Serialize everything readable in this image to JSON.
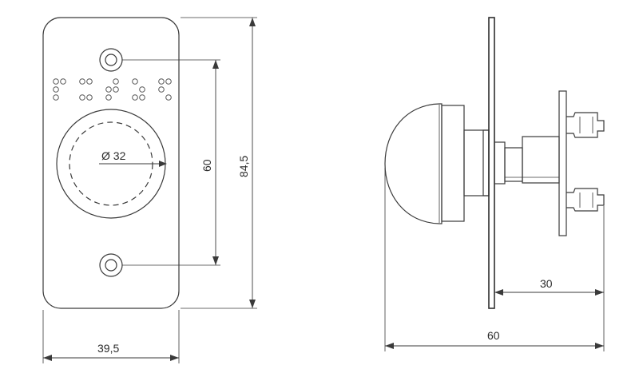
{
  "drawing": {
    "dimensions": {
      "front_width": "39,5",
      "front_height": "84,5",
      "hole_spacing": "60",
      "button_diameter": "Ø 32",
      "side_depth": "30",
      "side_total": "60"
    }
  }
}
